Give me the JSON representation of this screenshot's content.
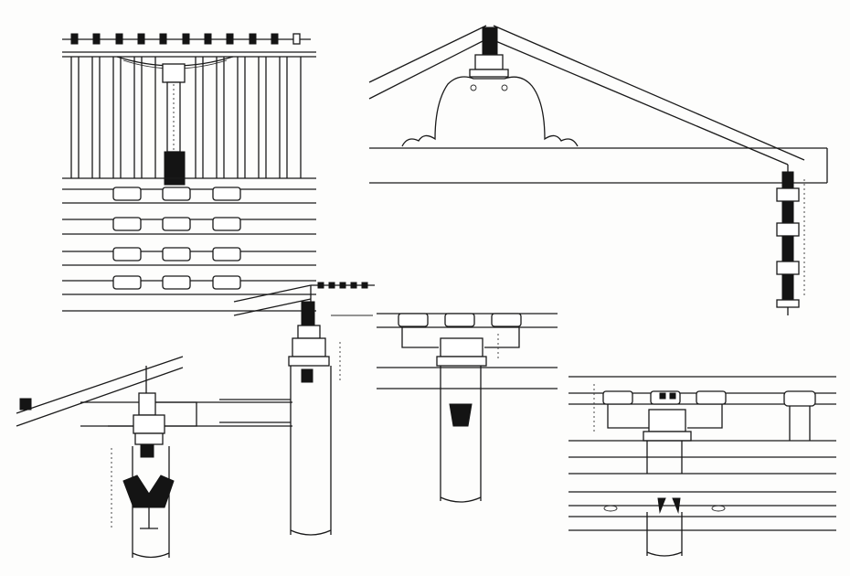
{
  "drawing": {
    "kind": "architectural-details",
    "panels": [
      {
        "id": "elevation-triglyph-frieze"
      },
      {
        "id": "pediment-with-acroterion"
      },
      {
        "id": "roof-eave-section"
      },
      {
        "id": "column-capital-section"
      },
      {
        "id": "capital-with-three-blocks"
      },
      {
        "id": "entablature-section-right"
      }
    ]
  },
  "colors": {
    "ink": "#1a1a1a",
    "paper": "#fdfdfc",
    "fill": "#141414"
  }
}
